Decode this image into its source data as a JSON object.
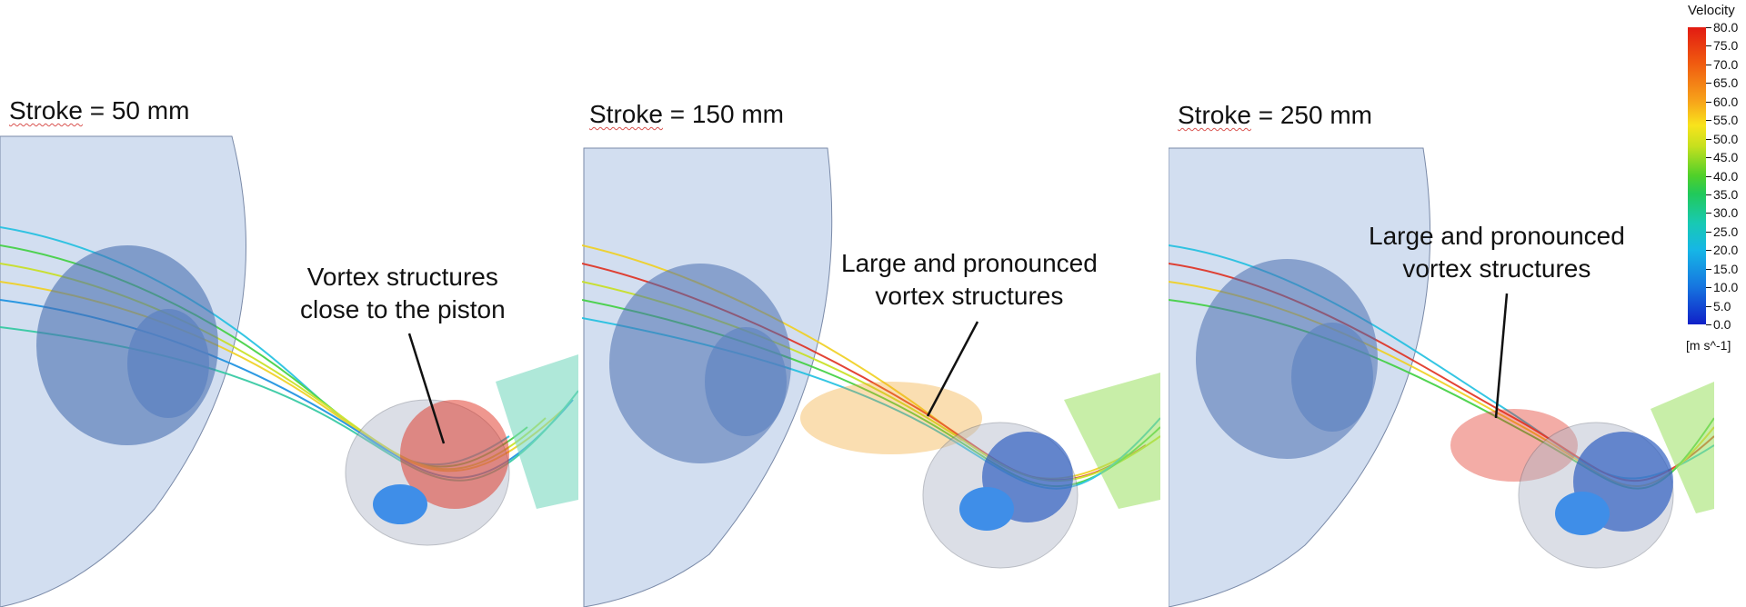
{
  "panels": [
    {
      "label_word": "Stroke",
      "label_rest": " = 50 mm",
      "annotation": [
        "Vortex structures",
        "close to the piston"
      ]
    },
    {
      "label_word": "Stroke",
      "label_rest": " = 150 mm",
      "annotation": [
        "Large and pronounced",
        "vortex structures"
      ]
    },
    {
      "label_word": "Stroke",
      "label_rest": " = 250 mm",
      "annotation": [
        "Large and pronounced",
        "vortex structures"
      ]
    }
  ],
  "colorbar": {
    "title": "Velocity",
    "unit": "[m s^-1]",
    "ticks": [
      "80.0",
      "75.0",
      "70.0",
      "65.0",
      "60.0",
      "55.0",
      "50.0",
      "45.0",
      "40.0",
      "35.0",
      "30.0",
      "25.0",
      "20.0",
      "15.0",
      "10.0",
      "5.0",
      "0.0"
    ],
    "colors": [
      "#e21b12",
      "#f7a41a",
      "#f8e31c",
      "#4fd02a",
      "#18c9b4",
      "#1677e0",
      "#1020c8"
    ]
  }
}
